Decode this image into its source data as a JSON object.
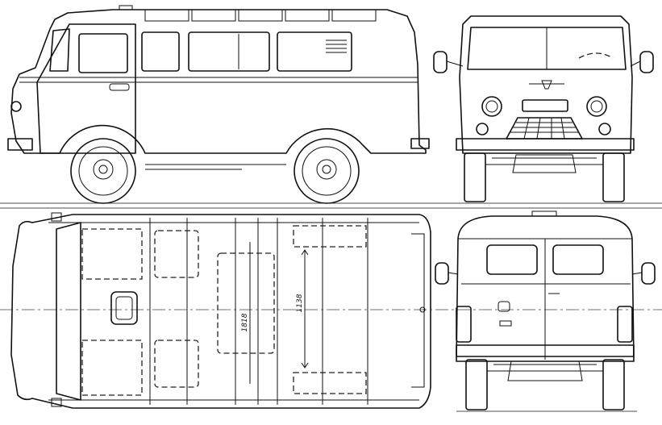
{
  "drawing": {
    "views": [
      "side-view",
      "front-view",
      "top-view",
      "rear-view"
    ],
    "dimensions": {
      "interior_width": "1138",
      "interior_length": "1818"
    }
  }
}
